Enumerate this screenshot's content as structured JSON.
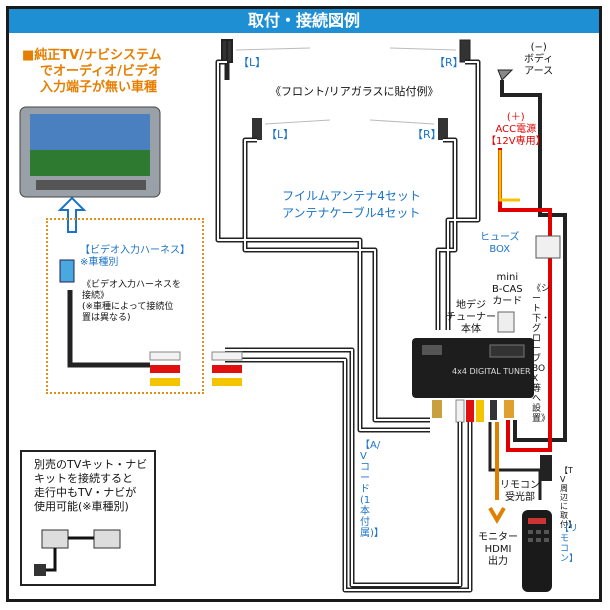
{
  "title": "取付・接続図例",
  "car_note": [
    "■純正TV/ナビシステム",
    "でオーディオ/ビデオ",
    "入力端子が無い車種"
  ],
  "antenna_top": {
    "left": "【L】",
    "right": "【R】"
  },
  "antenna_mid": {
    "left": "【L】",
    "right": "【R】"
  },
  "glass_note": "《フロント/リアガラスに貼付例》",
  "film_antenna": "フイルムアンテナ4セット",
  "antenna_cable": "アンテナケーブル4セット",
  "ground": [
    "(−)",
    "ボディ",
    "アース"
  ],
  "acc_power": [
    "(＋)",
    "ACC電源",
    "【12V専用】"
  ],
  "fuse_box": [
    "ヒューズ",
    "BOX"
  ],
  "bcas": [
    "mini",
    "B-CAS",
    "カード"
  ],
  "tuner": [
    "地デジ",
    "チューナー",
    "本体"
  ],
  "seat_note": "《シート下・グローブBOX等へ設置》",
  "harness": [
    "【ビデオ入力ハーネス】",
    "※車種別"
  ],
  "harness_conn": [
    "《ビデオ入力ハーネスを",
    "接続》",
    "(※車種によって接続位",
    "置は異なる)"
  ],
  "av_cord": "【A/Vコード(1本付属)】",
  "remote_sensor": [
    "リモコン",
    "受光部"
  ],
  "tv_near": "【TV周辺に取付】",
  "hdmi": [
    "モニター",
    "HDMI",
    "出力"
  ],
  "remote": "【リモコン】",
  "kit_note": [
    "別売のTVキット・ナビ",
    "キットを接続すると",
    "走行中もTV・ナビが",
    "使用可能(※車種別)"
  ],
  "tuner_label": "4x4 DIGITAL TUNER",
  "colors": {
    "title_bar": "#1f8fd4",
    "orange": "#e67e00",
    "blue": "#1a73c9",
    "red": "#e00000",
    "yellow": "#f5c400"
  }
}
